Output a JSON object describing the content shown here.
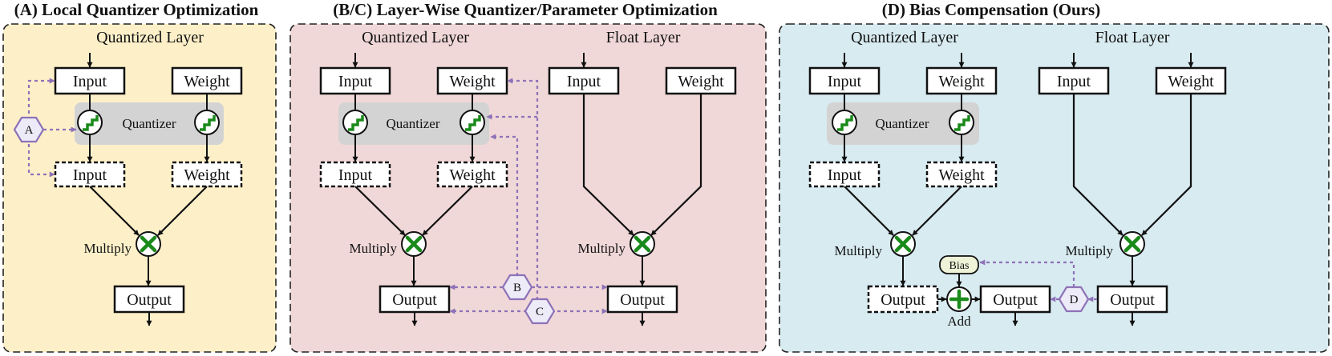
{
  "titles": {
    "a": "(A) Local Quantizer Optimization",
    "bc": "(B/C) Layer-Wise Quantizer/Parameter  Optimization",
    "d": "(D) Bias Compensation (Ours)"
  },
  "labels": {
    "quantized_layer": "Quantized Layer",
    "float_layer": "Float Layer",
    "input": "Input",
    "weight": "Weight",
    "quantizer": "Quantizer",
    "multiply": "Multiply",
    "output": "Output",
    "bias": "Bias",
    "add": "Add"
  },
  "markers": {
    "a": "A",
    "b": "B",
    "c": "C",
    "d": "D"
  },
  "colors": {
    "panel_a": "#fdf0c9",
    "panel_bc": "#f1d8d8",
    "panel_d": "#d8ebf1",
    "quantizer_band": "#d3d3d3",
    "operator_green": "#1a8a1a",
    "marker_purple": "#8e72b8",
    "bias_fill": "#eef3d8"
  }
}
